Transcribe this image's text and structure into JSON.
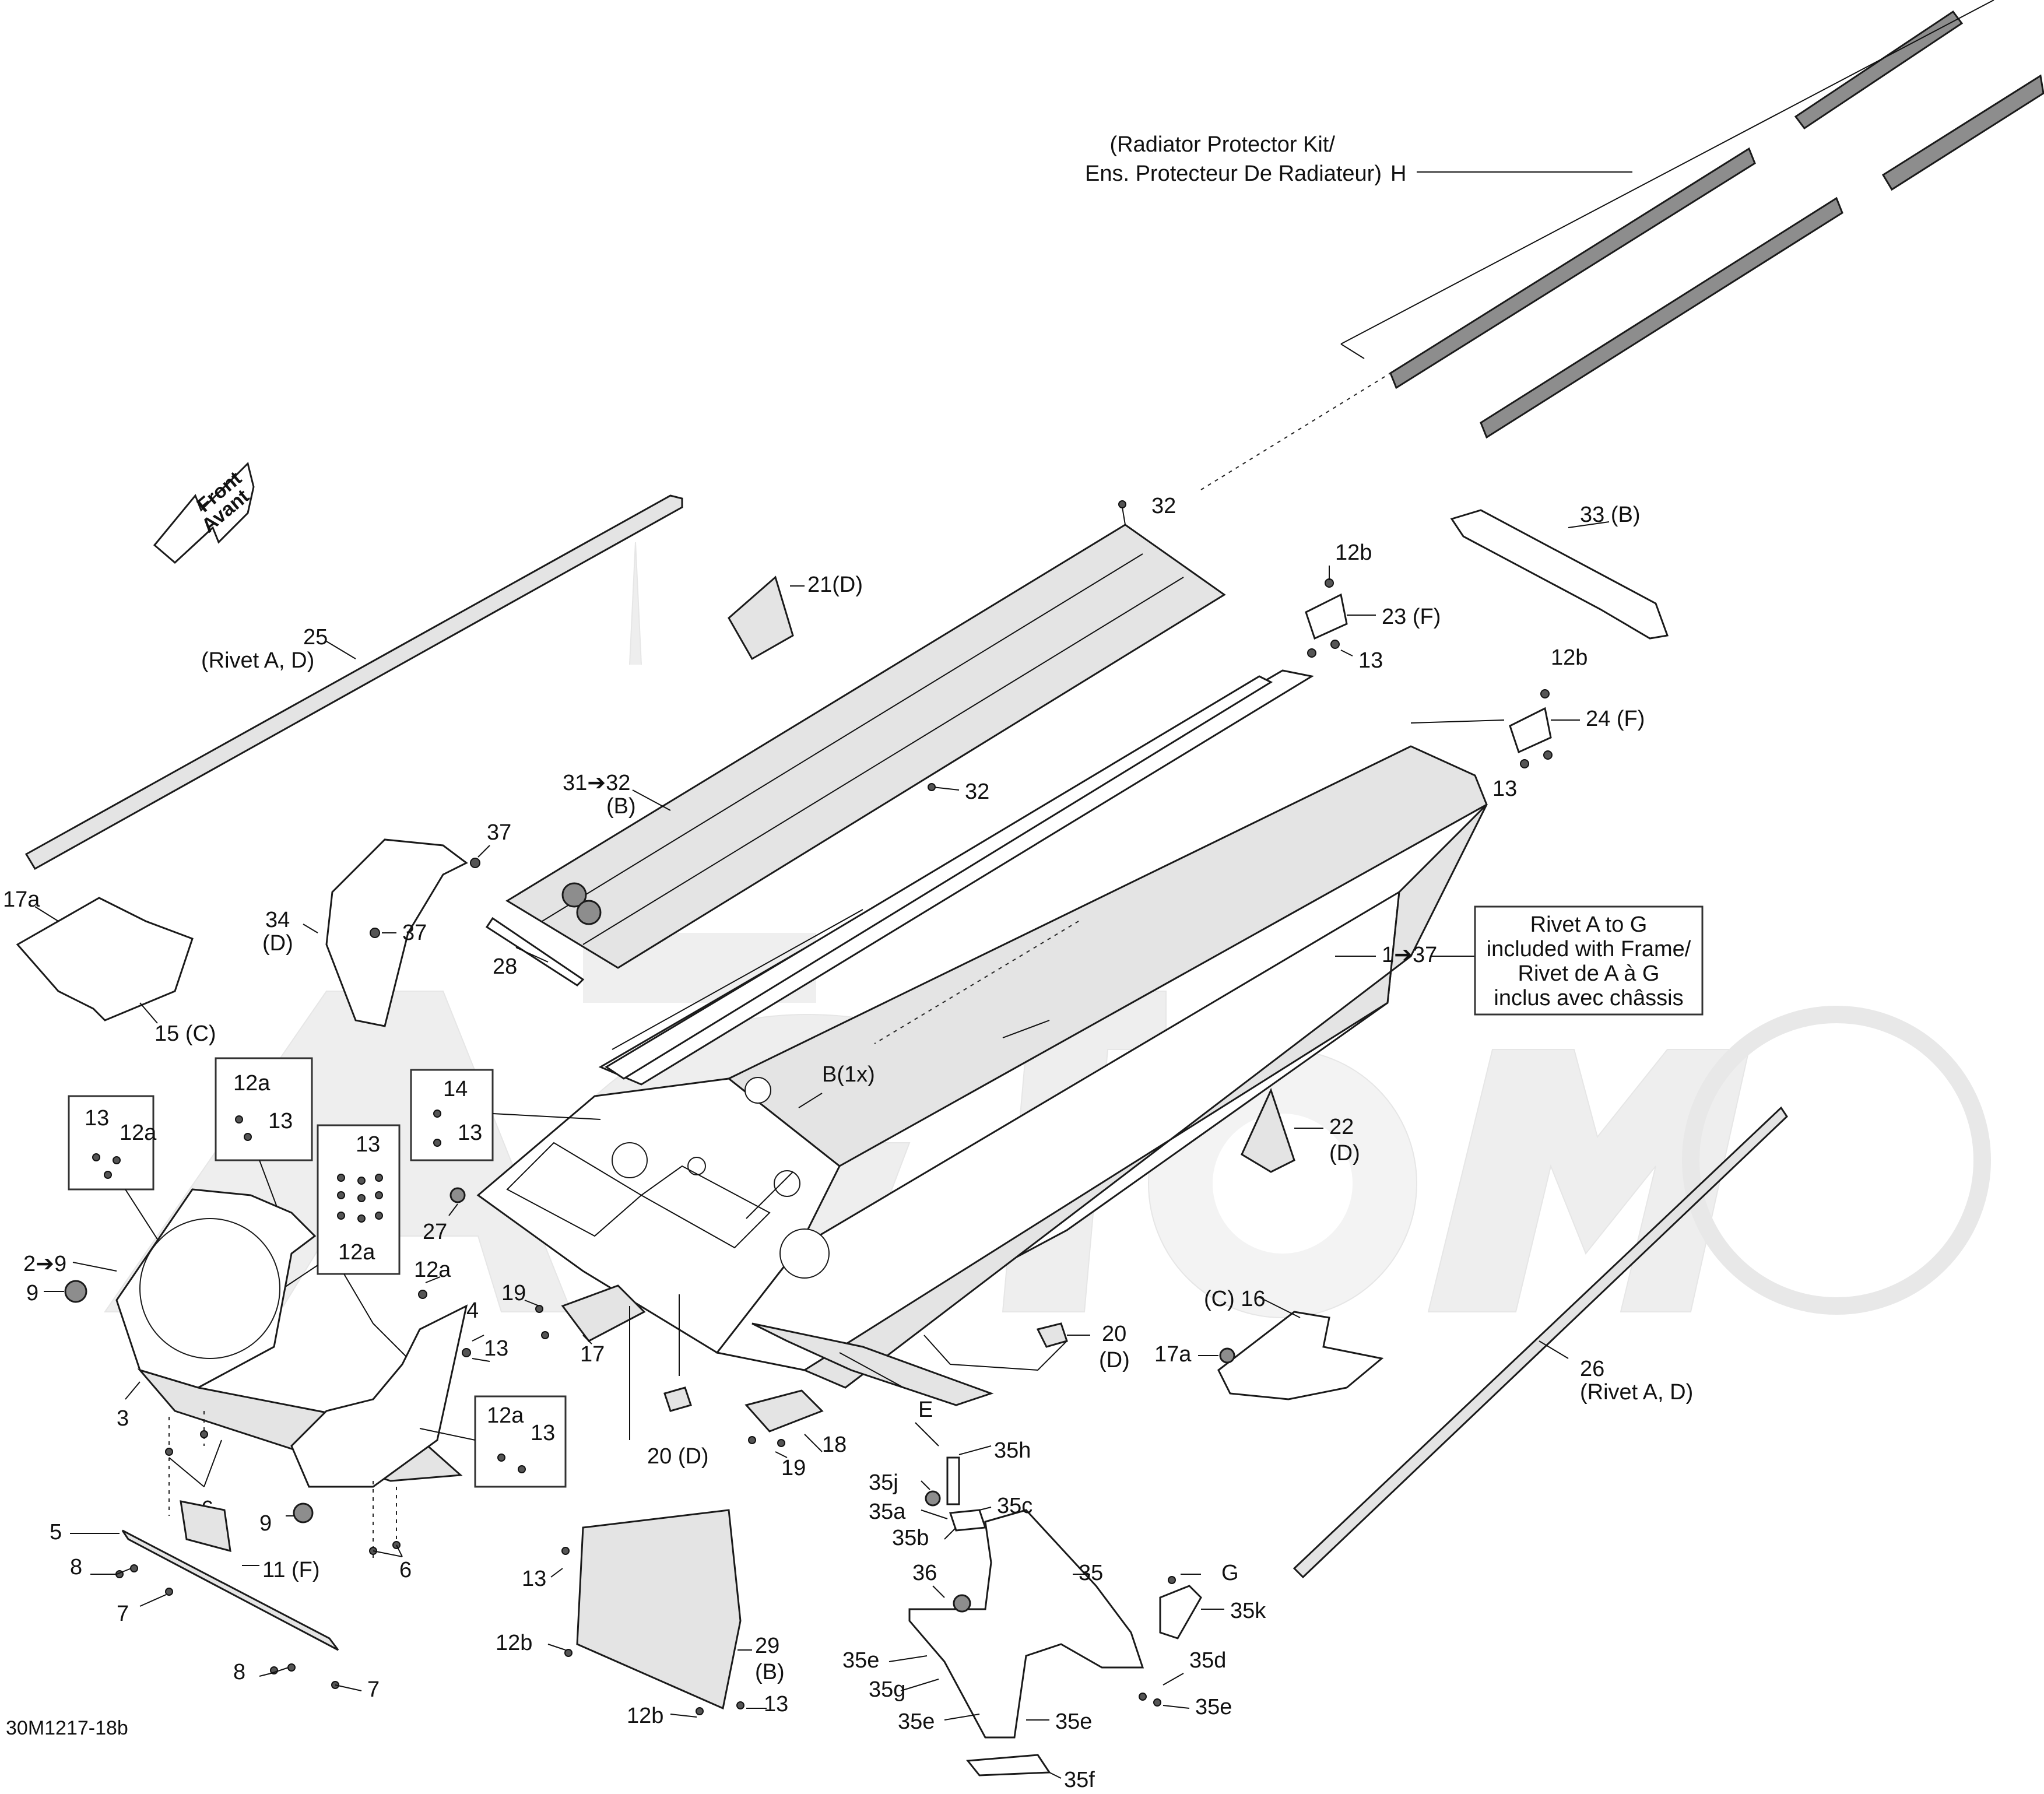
{
  "title_block": {
    "kit_line1": "(Radiator Protector Kit/",
    "kit_line2": "Ens. Protecteur De Radiateur)",
    "kit_letter": "H",
    "front_line1": "Front",
    "front_line2": "Avant",
    "rivet_note": [
      "Rivet A to G",
      "included with Frame/",
      "Rivet de A à G",
      "inclus avec châssis"
    ],
    "drawing_number": "30M1217-18b"
  },
  "callouts": {
    "c25": "25",
    "c25b": "(Rivet A, D)",
    "c26": "26",
    "c26b": "(Rivet A, D)",
    "c32a": "32",
    "c32b": "32",
    "c3132": "31➔32",
    "c3132b": "(B)",
    "c21": "21(D)",
    "c33": "33 (B)",
    "c12b_1": "12b",
    "c23": "23 (F)",
    "c13_1": "13",
    "c12b_2": "12b",
    "c24": "24 (F)",
    "c13_2": "13",
    "c37a": "37",
    "c37b": "37",
    "c34": "34",
    "c34b": "(D)",
    "c17a_1": "17a",
    "c15": "15 (C)",
    "c28": "28",
    "c1_37": "1➔37",
    "cB1x": "B(1x)",
    "c22": "22",
    "c22b": "(D)",
    "c13_3": "13",
    "c12a_1": "12a",
    "c12a_2": "12a",
    "c13_4": "13",
    "c13_5": "13",
    "c12a_3": "12a",
    "c14": "14",
    "c13_6": "13",
    "c27": "27",
    "c2_9": "2➔9",
    "c9a": "9",
    "c3": "3",
    "c12a_4": "12a",
    "c4": "4",
    "c13_7": "13",
    "c19a": "19",
    "c17": "17",
    "c16": "(C) 16",
    "c17a_2": "17a",
    "c20a": "20",
    "c20ab": "(D)",
    "c20b": "20 (D)",
    "cE": "E",
    "c18": "18",
    "c19b": "19",
    "c12a_5": "12a",
    "c13_8": "13",
    "c6a": "6",
    "c9b": "9",
    "c6b": "6",
    "c5": "5",
    "c8a": "8",
    "c11": "11 (F)",
    "c7a": "7",
    "c8b": "8",
    "c7b": "7",
    "c13_9": "13",
    "c12b_3": "12b",
    "c29": "29",
    "c29b": "(B)",
    "c12b_4": "12b",
    "c13_10": "13",
    "c35h": "35h",
    "c35j": "35j",
    "c35a": "35a",
    "c35c": "35c",
    "c35b": "35b",
    "c35": "35",
    "c36": "36",
    "cG": "G",
    "c35k": "35k",
    "c35e_1": "35e",
    "c35g": "35g",
    "c35d": "35d",
    "c35e_2": "35e",
    "c35e_3": "35e",
    "c35e_4": "35e",
    "c35f": "35f"
  },
  "colors": {
    "line": "#1a1a1a",
    "fill_light": "#e4e4e4",
    "fill_dark": "#8d8d8d",
    "watermark": "#eeeeee"
  }
}
